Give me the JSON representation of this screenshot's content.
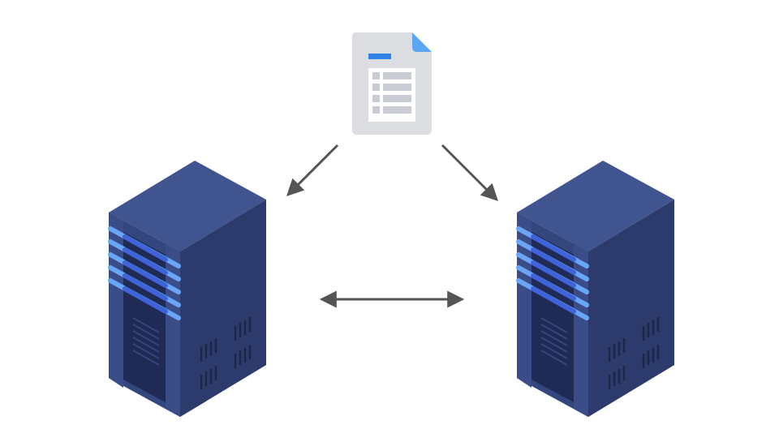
{
  "diagram": {
    "nodes": [
      {
        "id": "spreadsheet",
        "kind": "document",
        "icon": "spreadsheet-icon"
      },
      {
        "id": "server-left",
        "kind": "server",
        "icon": "server-icon"
      },
      {
        "id": "server-right",
        "kind": "server",
        "icon": "server-icon"
      }
    ],
    "edges": [
      {
        "from": "spreadsheet",
        "to": "server-left",
        "direction": "forward"
      },
      {
        "from": "spreadsheet",
        "to": "server-right",
        "direction": "forward"
      },
      {
        "from": "server-left",
        "to": "server-right",
        "direction": "both"
      }
    ],
    "colors": {
      "arrow": "#555555",
      "server_front": "#2f3f73",
      "server_side": "#2c3b6c",
      "server_top": "#40548f",
      "server_slot": "#1f2b55",
      "server_light": "#6aa6f8",
      "server_light_dark": "#3f63d9",
      "doc_body": "#dcdde1",
      "doc_fold": "#5ba6f2",
      "doc_bar": "#2f82ea",
      "doc_table": "#ffffff",
      "doc_cell": "#c9ccd2"
    }
  }
}
